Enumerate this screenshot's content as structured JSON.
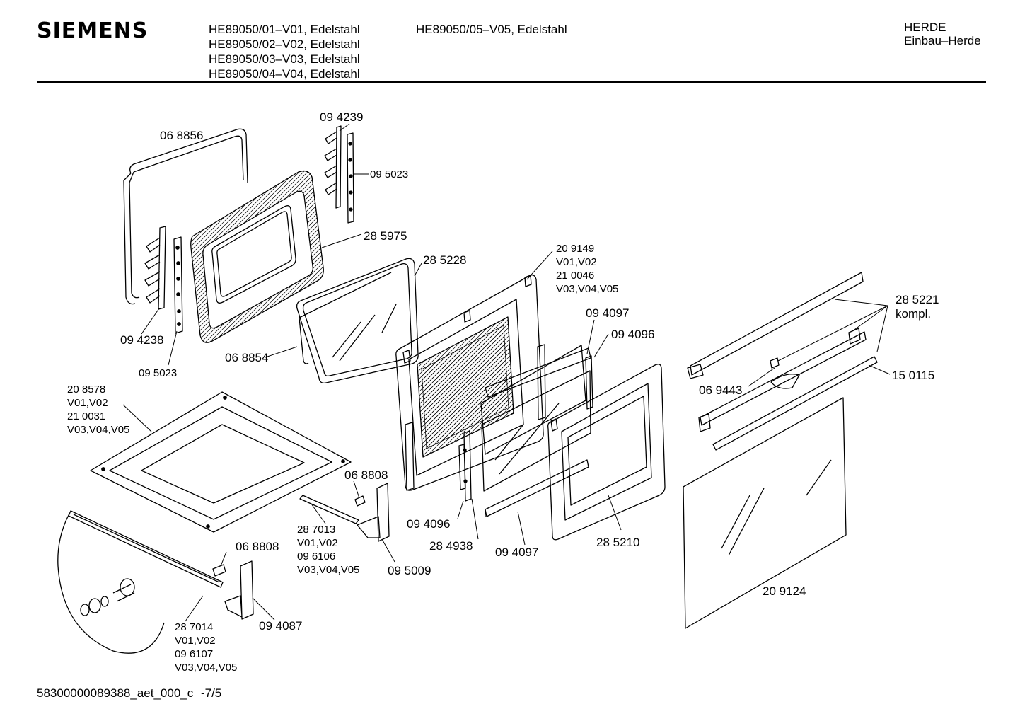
{
  "header": {
    "brand": "SIEMENS",
    "models_col1": [
      "HE89050/01–V01, Edelstahl",
      "HE89050/02–V02, Edelstahl",
      "HE89050/03–V03, Edelstahl",
      "HE89050/04–V04, Edelstahl"
    ],
    "models_col2": [
      "HE89050/05–V05, Edelstahl"
    ],
    "category": "HERDE",
    "subcategory": "Einbau–Herde"
  },
  "labels": {
    "p068856": "06 8856",
    "p094239": "09 4239",
    "p095023_top": "09 5023",
    "p285975": "28 5975",
    "p285228": "28 5228",
    "p094238": "09 4238",
    "p095023_bottom": "09 5023",
    "p068854": "06 8854",
    "p209149": [
      "20 9149",
      "V01,V02",
      "21 0046",
      "V03,V04,V05"
    ],
    "p094097_top": "09 4097",
    "p094096_top": "09 4096",
    "p285221": [
      "28 5221",
      "kompl."
    ],
    "p069443": "06 9443",
    "p150115": "15 0115",
    "p208578": [
      "20 8578",
      "V01,V02",
      "21 0031",
      "V03,V04,V05"
    ],
    "p068808_a": "06 8808",
    "p287013": [
      "28 7013",
      "V01,V02",
      "09 6106",
      "V03,V04,V05"
    ],
    "p094096_bottom": "09 4096",
    "p284938": "28 4938",
    "p094097_bottom": "09 4097",
    "p285210": "28 5210",
    "p068808_b": "06 8808",
    "p095009": "09 5009",
    "p094087": "09 4087",
    "p287014": [
      "28 7014",
      "V01,V02",
      "09 6107",
      "V03,V04,V05"
    ],
    "p209124": "20 9124"
  },
  "footer": {
    "doc_id": "58300000089388_aet_000_c",
    "page": "-7/5"
  }
}
